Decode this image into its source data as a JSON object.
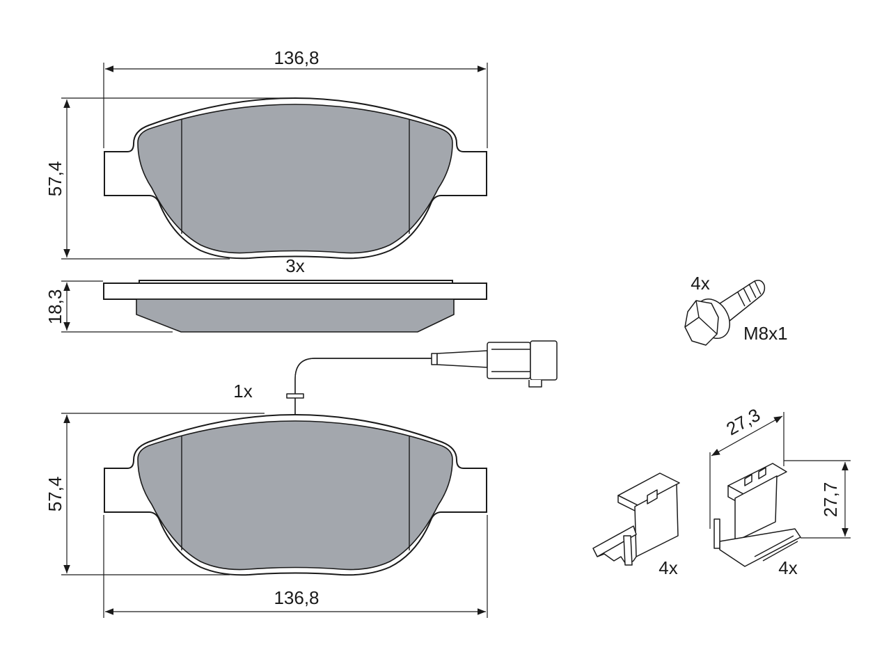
{
  "labels": {
    "top_width": "136,8",
    "top_height": "57,4",
    "side_qty": "3x",
    "side_thickness": "18,3",
    "wire_qty": "1x",
    "bottom_height": "57,4",
    "bottom_width": "136,8",
    "bolt_qty": "4x",
    "bolt_size": "M8x1",
    "clip_width": "27,3",
    "clip_height": "27,7",
    "clip_a_qty": "4x",
    "clip_b_qty": "4x"
  },
  "colors": {
    "pad_friction": "#a3a7ad",
    "line": "#1a1a1a",
    "background": "#ffffff"
  }
}
